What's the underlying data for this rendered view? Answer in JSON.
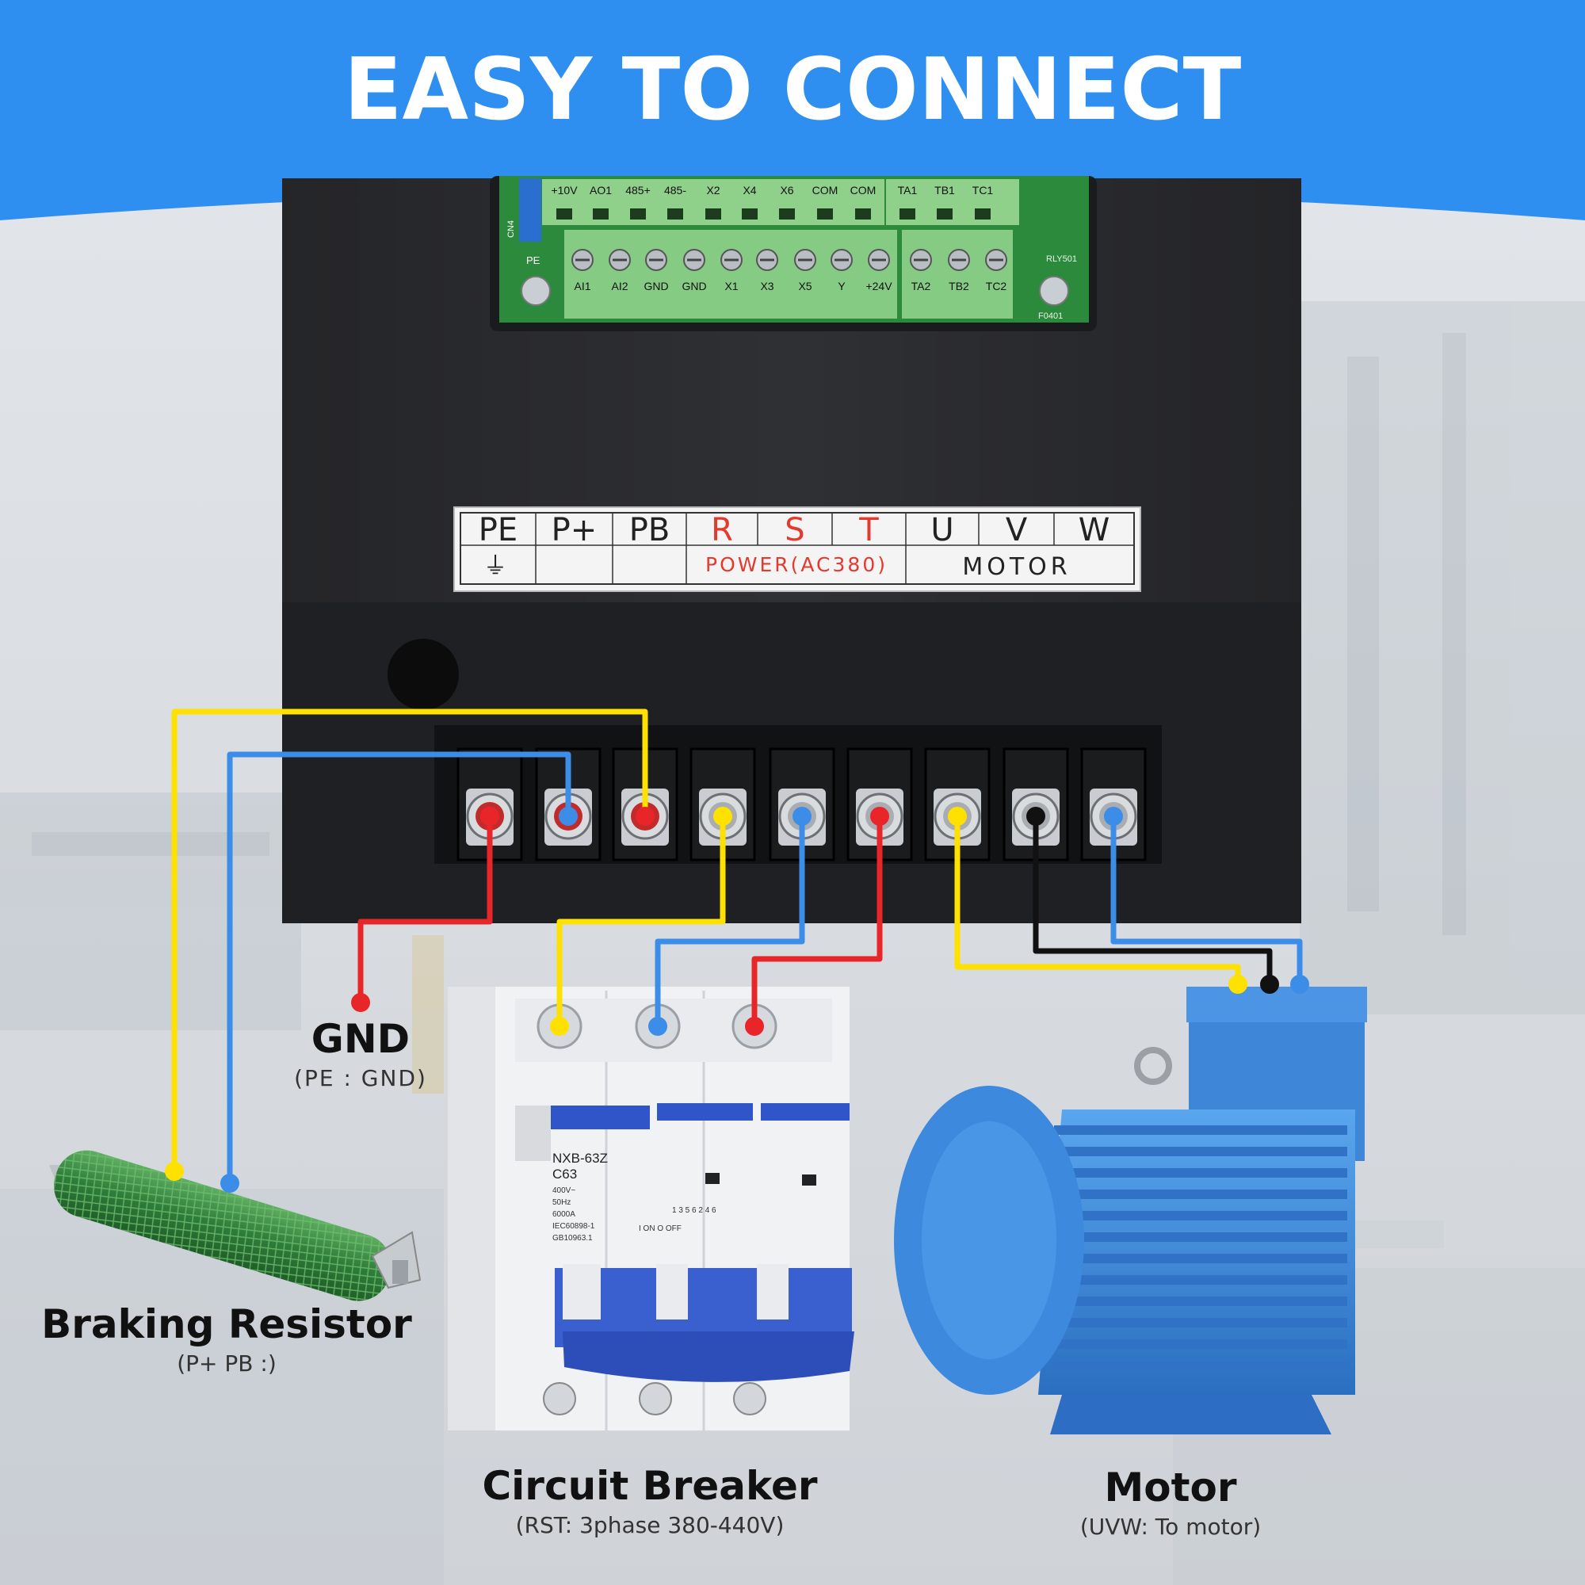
{
  "title": "EASY TO CONNECT",
  "colors": {
    "banner": "#2f8ff0",
    "wire_red": "#e8262a",
    "wire_yellow": "#ffe100",
    "wire_blue": "#3b8de8",
    "wire_black": "#111111",
    "terminal_green": "#7cc77a",
    "motor_blue": "#3f8fe0"
  },
  "control_terminals": {
    "top_row": [
      "+10V",
      "AO1",
      "485+",
      "485-",
      "X2",
      "X4",
      "X6",
      "COM",
      "COM"
    ],
    "top_relay": [
      "TA1",
      "TB1",
      "TC1"
    ],
    "bottom_row": [
      "AI1",
      "AI2",
      "GND",
      "GND",
      "X1",
      "X3",
      "X5",
      "Y",
      "+24V"
    ],
    "bottom_relay": [
      "TA2",
      "TB2",
      "TC2"
    ],
    "left_labels": [
      "PE",
      "CN4"
    ],
    "board_codes": [
      "RLY501",
      "F0401"
    ]
  },
  "main_label": {
    "terminals": [
      "PE",
      "P+",
      "PB",
      "R",
      "S",
      "T",
      "U",
      "V",
      "W"
    ],
    "pe_symbol": "⏚",
    "power_label": "POWER(AC380)",
    "motor_label": "MOTOR"
  },
  "breaker": {
    "model": "NXB-63Z",
    "rating": "C63",
    "specs": [
      "400V~",
      "50Hz",
      "6000A",
      "IEC60898-1",
      "GB10963.1"
    ],
    "on_off": "I ON\nO OFF",
    "mid_code": "1 3 5 6\n2 4 6"
  },
  "captions": {
    "gnd_title": "GND",
    "gnd_sub": "(PE : GND)",
    "resistor_title": "Braking Resistor",
    "resistor_sub": "(P+ PB :)",
    "breaker_title": "Circuit Breaker",
    "breaker_sub": "(RST: 3phase 380-440V)",
    "motor_title": "Motor",
    "motor_sub": "(UVW: To motor)"
  }
}
